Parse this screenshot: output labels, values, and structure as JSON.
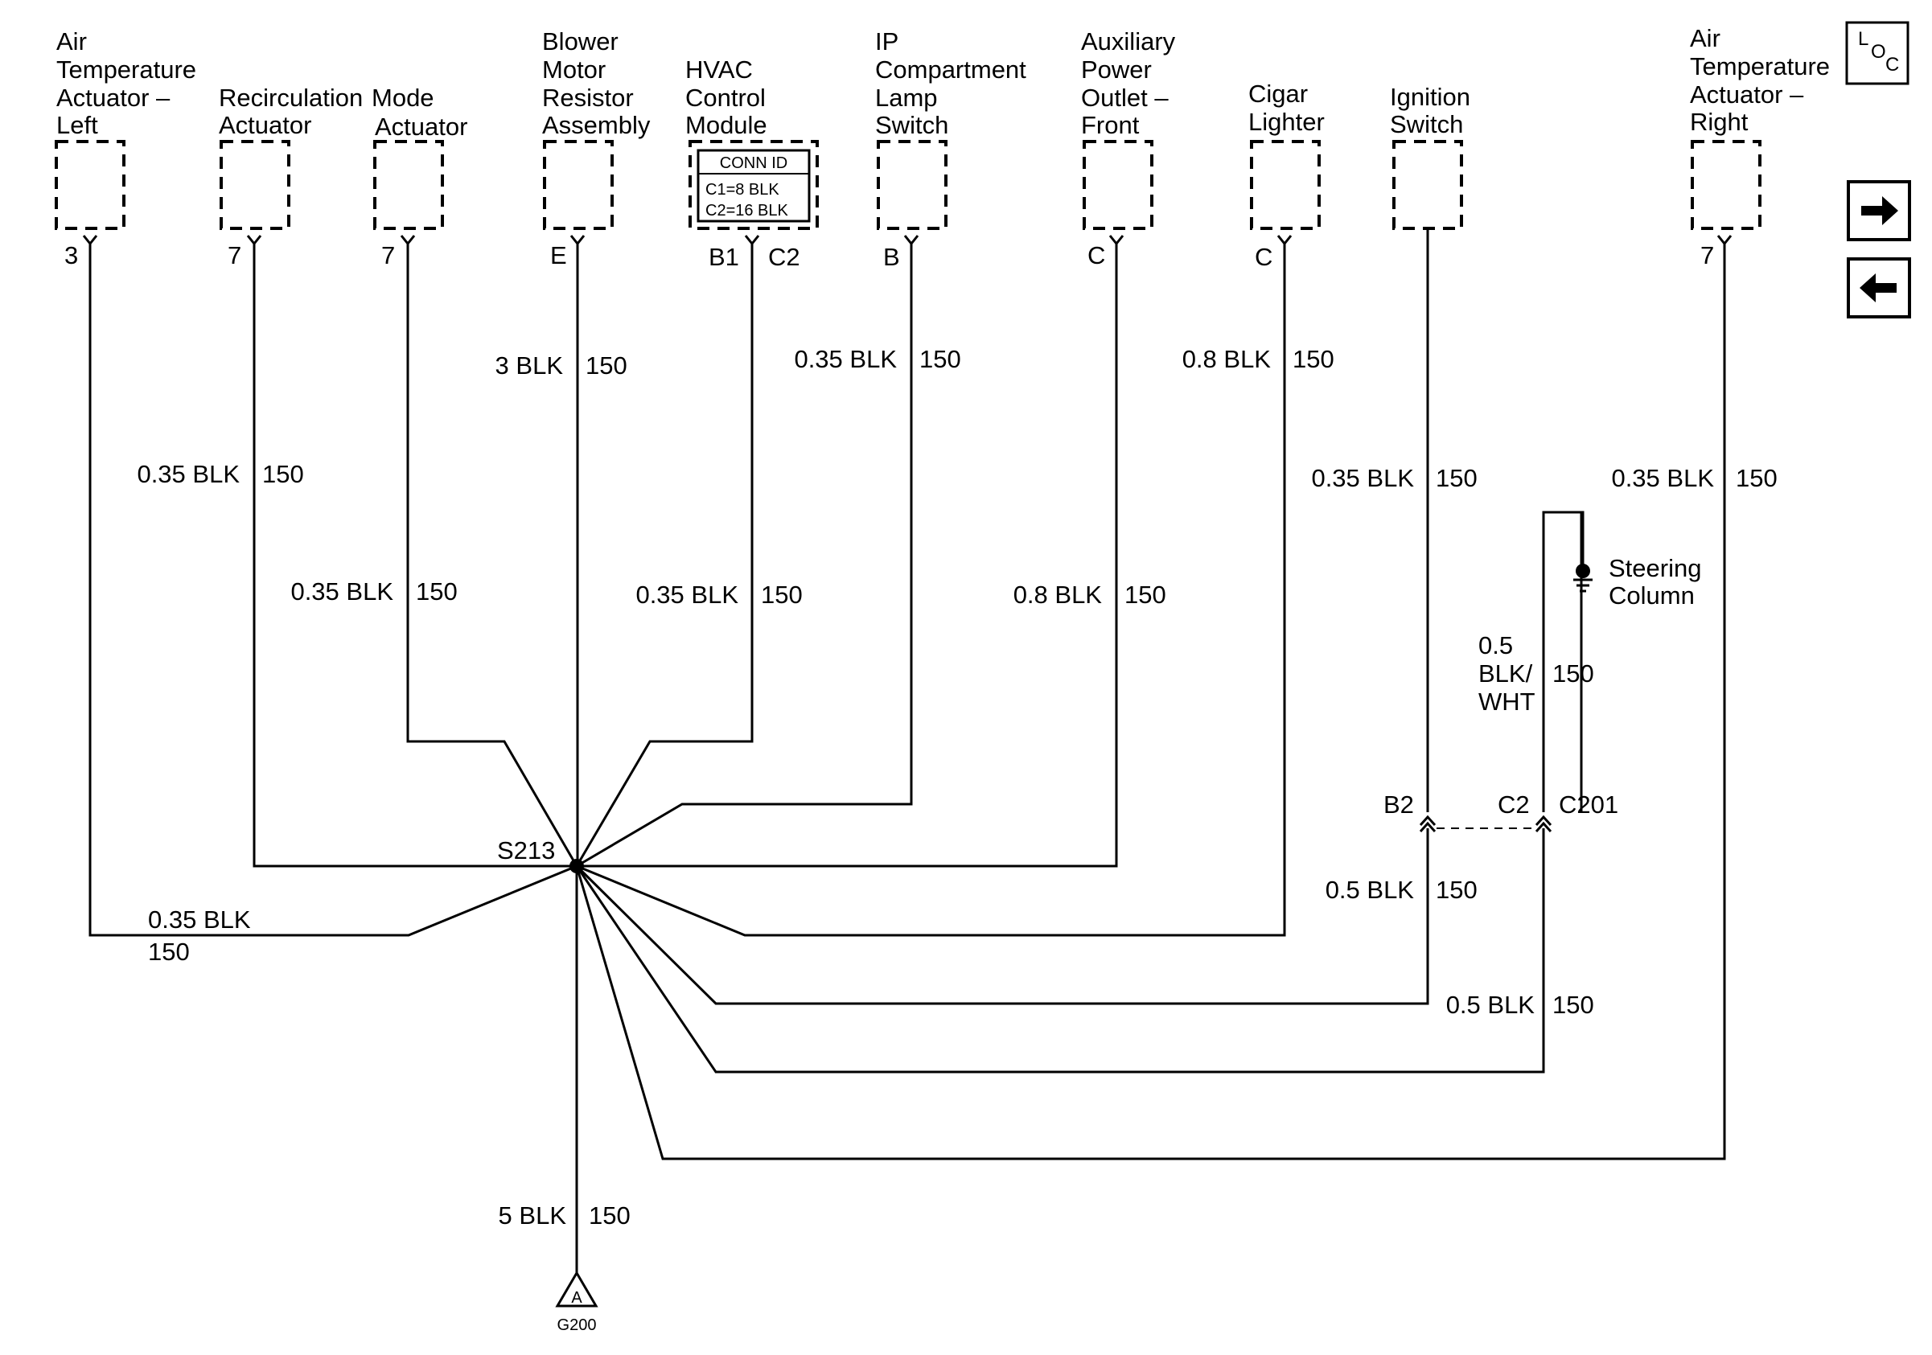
{
  "components": [
    {
      "id": "air-temp-actuator-left",
      "lines": [
        "Air",
        "Temperature",
        "Actuator –",
        "Left"
      ],
      "pin": "3"
    },
    {
      "id": "recirculation-actuator",
      "lines": [
        "Recirculation",
        "Actuator"
      ],
      "pin": "7"
    },
    {
      "id": "mode-actuator",
      "lines": [
        "Mode",
        "Actuator"
      ],
      "pin": "7"
    },
    {
      "id": "blower-motor-resistor-assembly",
      "lines": [
        "Blower",
        "Motor",
        "Resistor",
        "Assembly"
      ],
      "pin": "E"
    },
    {
      "id": "hvac-control-module",
      "lines": [
        "HVAC",
        "Control",
        "Module"
      ],
      "pins": [
        "B1",
        "C2"
      ]
    },
    {
      "id": "ip-compartment-lamp-switch",
      "lines": [
        "IP",
        "Compartment",
        "Lamp",
        "Switch"
      ],
      "pin": "B"
    },
    {
      "id": "auxiliary-power-outlet-front",
      "lines": [
        "Auxiliary",
        "Power",
        "Outlet –",
        "Front"
      ],
      "pin": "C"
    },
    {
      "id": "cigar-lighter",
      "lines": [
        "Cigar",
        "Lighter"
      ],
      "pin": "C"
    },
    {
      "id": "ignition-switch",
      "lines": [
        "Ignition",
        "Switch"
      ]
    },
    {
      "id": "air-temp-actuator-right",
      "lines": [
        "Air",
        "Temperature",
        "Actuator –",
        "Right"
      ],
      "pin": "7"
    }
  ],
  "conn_id": {
    "title": "CONN ID",
    "c1": "C1=8 BLK",
    "c2": "C2=16 BLK"
  },
  "wires": {
    "air_temp_left": {
      "gauge": "0.35 BLK",
      "circuit": "150"
    },
    "recirc": {
      "gauge": "0.35 BLK",
      "circuit": "150"
    },
    "mode": {
      "gauge": "0.35 BLK",
      "circuit": "150"
    },
    "blower": {
      "gauge": "3 BLK",
      "circuit": "150"
    },
    "hvac": {
      "gauge": "0.35 BLK",
      "circuit": "150"
    },
    "ip_lamp": {
      "gauge": "0.35 BLK",
      "circuit": "150"
    },
    "aux_outlet": {
      "gauge": "0.8 BLK",
      "circuit": "150"
    },
    "cigar": {
      "gauge": "0.8 BLK",
      "circuit": "150"
    },
    "ignition": {
      "gauge": "0.35 BLK",
      "circuit": "150"
    },
    "air_temp_right": {
      "gauge": "0.35 BLK",
      "circuit": "150"
    },
    "steering": {
      "gauge_1": "0.5",
      "gauge_2": "BLK/",
      "gauge_3": "WHT",
      "circuit": "150"
    },
    "ignition_lower": {
      "gauge": "0.5 BLK",
      "circuit": "150"
    },
    "steering_lower": {
      "gauge": "0.5 BLK",
      "circuit": "150"
    },
    "ground": {
      "gauge": "5 BLK",
      "circuit": "150"
    }
  },
  "splice": "S213",
  "connector_c201": {
    "name": "C201",
    "pin_b2": "B2",
    "pin_c2": "C2"
  },
  "steering_column": [
    "Steering",
    "Column"
  ],
  "ground_point": {
    "letter": "A",
    "name": "G200"
  },
  "nav": {
    "loc_icon": [
      "L",
      "O",
      "C"
    ],
    "next_icon": "next-arrow-icon",
    "prev_icon": "prev-arrow-icon"
  }
}
